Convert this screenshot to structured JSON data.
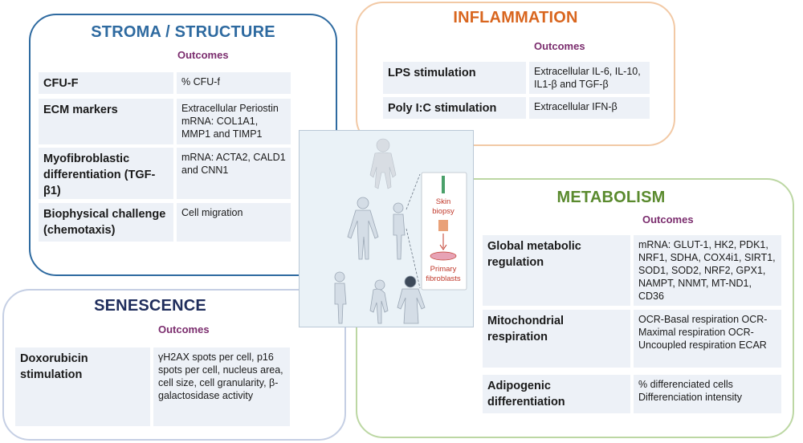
{
  "stroma": {
    "title": "STROMA / STRUCTURE",
    "outcomes_label": "Outcomes",
    "rows": [
      {
        "label": "CFU-F",
        "outcome": "% CFU-f"
      },
      {
        "label": "ECM markers",
        "outcome": "Extracellular Periostin mRNA: COL1A1, MMP1 and TIMP1"
      },
      {
        "label": "Myofibroblastic differentiation (TGF-β1)",
        "outcome": "mRNA: ACTA2, CALD1 and CNN1"
      },
      {
        "label": "Biophysical challenge (chemotaxis)",
        "outcome": "Cell migration"
      }
    ]
  },
  "inflammation": {
    "title": "INFLAMMATION",
    "outcomes_label": "Outcomes",
    "rows": [
      {
        "label": "LPS stimulation",
        "outcome": "Extracellular IL-6, IL-10, IL1-β and TGF-β"
      },
      {
        "label": "Poly I:C stimulation",
        "outcome": "Extracellular IFN-β"
      }
    ]
  },
  "metabolism": {
    "title": "METABOLISM",
    "outcomes_label": "Outcomes",
    "rows": [
      {
        "label": "Global metabolic regulation",
        "outcome": "mRNA: GLUT-1, HK2, PDK1, NRF1, SDHA, COX4i1, SIRT1, SOD1, SOD2, NRF2, GPX1, NAMPT, NNMT, MT-ND1, CD36"
      },
      {
        "label": "Mitochondrial respiration",
        "outcome": "OCR-Basal respiration OCR-Maximal respiration OCR-Uncoupled respiration ECAR"
      },
      {
        "label": "Adipogenic differentiation",
        "outcome": "% differenciated cells Differenciation intensity"
      }
    ]
  },
  "senescence": {
    "title": "SENESCENCE",
    "outcomes_label": "Outcomes",
    "rows": [
      {
        "label": "Doxorubicin stimulation",
        "outcome": "γH2AX spots per cell, p16 spots per cell, nucleus area, cell size, cell granularity, β-galactosidase activity"
      }
    ]
  },
  "center": {
    "skin_biopsy": [
      "Skin",
      "biopsy"
    ],
    "primary_fibroblasts": [
      "Primary",
      "fibroblasts"
    ]
  },
  "colors": {
    "stroma": "#2e6aa0",
    "inflammation": "#d9661f",
    "metabolism": "#5a8a2e",
    "senescence": "#1f2d5c",
    "outcomes": "#7b2d6e",
    "cell_bg": "#edf1f7"
  }
}
